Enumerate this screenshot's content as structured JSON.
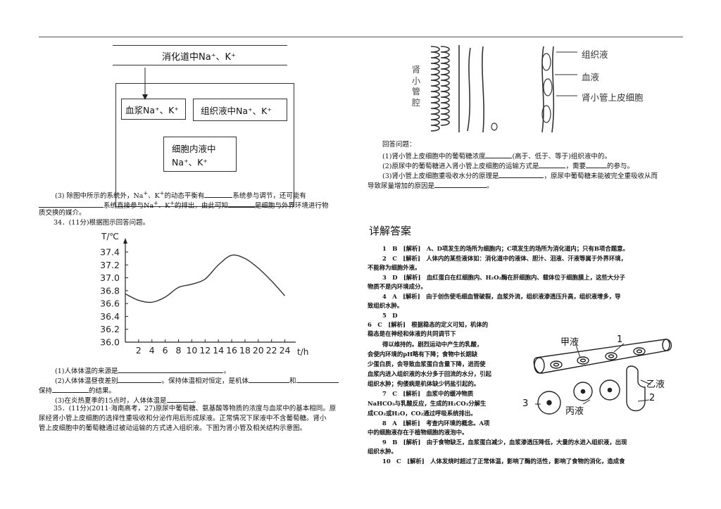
{
  "diagram_left": {
    "header": "消化道中Na⁺、K⁺",
    "plasma": "血浆Na⁺、K⁺",
    "tissue": "组织液中Na⁺、K⁺",
    "cell_line1": "细胞内液中",
    "cell_line2": "Na⁺、K⁺"
  },
  "q33_3": {
    "l1a": "(3) 除图中所示的系统外，Na",
    "l1b": "、K",
    "l1c": "的动态平衡有",
    "l1d": "系统参与调节，还可能有",
    "l2a": "系统直接参与Na",
    "l2b": "、K",
    "l2c": "的排出，由此可知",
    "l2d": "是细胞与外界环境进行物",
    "l3": "质交换的媒介。",
    "sup": "+"
  },
  "q34": {
    "title": "34．(11分)根据图示回答问题。",
    "q1": "(1)人体体温的来源是",
    "q1end": "。",
    "q2a": "(2)人体体温昼夜差别",
    "q2b": "。保持体温相对恒定，是机体",
    "q2c": "和",
    "q2d": "保持",
    "q2e": "的结果。",
    "q3": "(3)在炎热夏季的15点时，人体体温是",
    "q3end": "。"
  },
  "chart_data": {
    "type": "line",
    "ylabel": "T/℃",
    "xlabel": "t/h",
    "ylim": [
      36.0,
      37.4
    ],
    "yticks": [
      "37.4",
      "37.2",
      "37.0",
      "36.8",
      "36.6",
      "36.4",
      "36.2",
      "36.0"
    ],
    "xticks": [
      "2",
      "4",
      "6",
      "8",
      "10",
      "12",
      "14",
      "16",
      "18",
      "20",
      "22",
      "24"
    ],
    "points": [
      [
        0,
        36.75
      ],
      [
        2,
        36.65
      ],
      [
        4,
        36.62
      ],
      [
        6,
        36.7
      ],
      [
        8,
        36.85
      ],
      [
        10,
        36.9
      ],
      [
        12,
        36.98
      ],
      [
        14,
        37.2
      ],
      [
        16,
        37.35
      ],
      [
        18,
        37.3
      ],
      [
        20,
        37.15
      ],
      [
        22,
        36.95
      ],
      [
        24,
        36.72
      ]
    ]
  },
  "q35": {
    "l1": "35．(11分)(2011·海南高考，27)原尿中葡萄糖、氨基酸等物质的浓度与血浆中的基本相同。原",
    "l2": "尿经肾小管上皮细胞的选择性重吸收和分泌作用后形成尿液。正常情况下尿液中不含葡萄糖。肾小",
    "l3": "管上皮细胞中的葡萄糖通过被动运输的方式进入组织液。下图为肾小管及相关结构示意图。"
  },
  "diagram_kidney": {
    "side_label": [
      "肾",
      "小",
      "管",
      "腔"
    ],
    "tissue_fluid": "组织液",
    "blood": "血液",
    "epithelial": "肾小管上皮细胞"
  },
  "q35_questions": {
    "intro": "回答问题：",
    "q1a": "(1)肾小管上皮细胞中的葡萄糖浓度",
    "q1b": "(高于、低于、等于)组织液中的。",
    "q2a": "(2)原尿中的葡萄糖进入肾小管上皮细胞的运输方式是",
    "q2b": "，需要",
    "q2c": "的参与。",
    "q3a": "(3)肾小管上皮细胞重吸收水分的原理是",
    "q3b": "，原尿中葡萄糖未能被完全重吸收从而",
    "q3c": "导致尿量增加的原因是",
    "q3d": "。"
  },
  "answers": {
    "heading": "详解答案",
    "a1": "1　B　[解析]　A、D项发生的场所为细胞内；C项发生的场所为消化道内；只有B项合题意。",
    "a2a": "2　C　[解析]　人体内的某些液体如：消化道中的液体、胆汁、泪液、汗液等属于外界环境，",
    "a2b": "不能称为细胞外液。",
    "a3a": "3　D　[解析]　血红蛋白在红细胞内、H₂O₂酶在肝细胞内、载体位于细胞膜上，这些大分子",
    "a3b": "物质不是内环境成分。",
    "a4a": "4　A　[解析]　由于创伤使毛细血管破裂，血浆外流，组织液渗透压升高，组织液增多，导",
    "a4b": "致组织水肿。",
    "a5": "5　D",
    "a6a": "6　C　[解析]　根据稳态的定义可知，机体的",
    "a6b": "稳态是在神经和体液的共同调节下",
    "a6c": "得以维持的。剧烈运动中产生的乳酸，",
    "a6d": "会使内环境的pH略有下降；食物中长期缺",
    "a6e": "少蛋白质，会导致血浆蛋白含量下降，进而使",
    "a6f": "血浆内进入组织液的水分多于回流的水分，引起",
    "a6g": "组织水肿；佝偻病是机体缺少钙盐引起的。",
    "a7a": "7　C　[解析]　血浆中的缓冲物质",
    "a7b": "NaHCO₃与乳酸反应，生成的H₂CO₃分解生",
    "a7c": "成CO₂或H₂O，CO₂通过呼吸系统排出。",
    "a8a": "8　A　[解析]　考查内环境的概念。A项",
    "a8b": "中的细胞液存在于植物细胞的液泡中。",
    "a9a": "9　B　[解析]　由于食物缺乏，血浆蛋白减少，血浆渗透压降低，大量的水进入组织液，出现",
    "a9b": "组织水肿。",
    "a10": "10　C　[解析]　人体发烧时超过了正常体温，影响了酶的活性，影响了食物的消化，造成食"
  },
  "diagram_vessel": {
    "jia": "甲液",
    "yi": "乙液",
    "bing": "丙液",
    "n1": "1",
    "n2": "2",
    "n3": "3"
  }
}
